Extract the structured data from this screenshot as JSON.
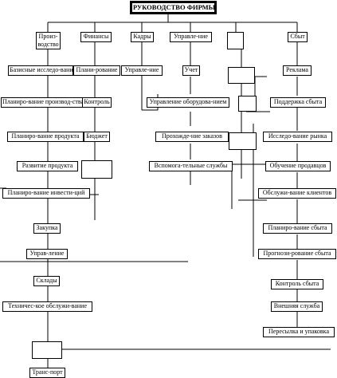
{
  "title": "РУКОВОДСТВО ФИРМЫ",
  "departments": {
    "production": "Произ-водство",
    "finance": "Финансы",
    "personnel": "Кадры",
    "management": "Управле-ние",
    "sales": "Сбыт"
  },
  "production": [
    "Базисные исследо-вания",
    "Планиро-вание производ-ства",
    "Планиро-вание продукта",
    "Развитие продукта",
    "Планиро-вание инвести-ций",
    "Закупка",
    "Управ-ление",
    "Склады",
    "Техничес-кое обслужи-вание",
    "Транс-порт"
  ],
  "finance": [
    "Плани-рование",
    "Контроль",
    "Бюджет"
  ],
  "personnel": [
    "Управле-ние"
  ],
  "management": [
    "Учет",
    "Управление оборудова-нием",
    "Прохожде-ние заказов",
    "Вспомога-тельные службы"
  ],
  "sales": [
    "Реклама",
    "Поддержка сбыта",
    "Исследо-вание рынка",
    "Обучение продавцов",
    "Обслужи-вание клиентов",
    "Планиро-вание сбыта",
    "Прогнози-рование сбыта",
    "Контроль сбыта",
    "Внешняя служба",
    "Пересылка и упаковка"
  ]
}
